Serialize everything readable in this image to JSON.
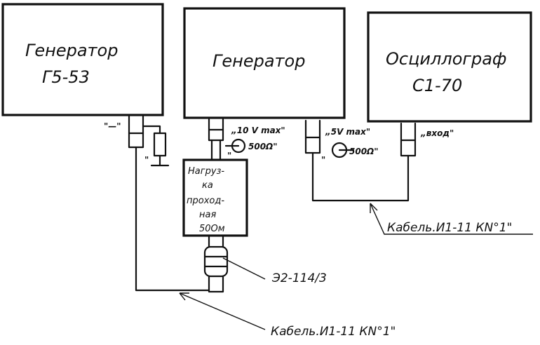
{
  "gen1": {
    "line1": "Генератор",
    "line2": "Г5-53"
  },
  "gen2": {
    "label": "Генератор",
    "port_label": "„10 V max\"",
    "port_impedance": "500Ω\"",
    "port_quote": "\""
  },
  "gen2_second_port": {
    "label": "„5V max\"",
    "impedance": "500Ω\"",
    "quote": "\""
  },
  "osc": {
    "line1": "Осциллограф",
    "line2": "С1-70",
    "input_label": "„вход\""
  },
  "gen1_port_mark": "\"—\"",
  "ground_mark": "\"",
  "load": {
    "line1": "Нагруз-",
    "line2": "ка",
    "line3": "проход-",
    "line4": "ная",
    "line5": "50Ом"
  },
  "connector": {
    "label": "Э2-114/3"
  },
  "cable_top": {
    "label": "Кабель.И1-11 КN°1\""
  },
  "cable_bottom": {
    "label": "Кабель.И1-11 КN°1\""
  }
}
